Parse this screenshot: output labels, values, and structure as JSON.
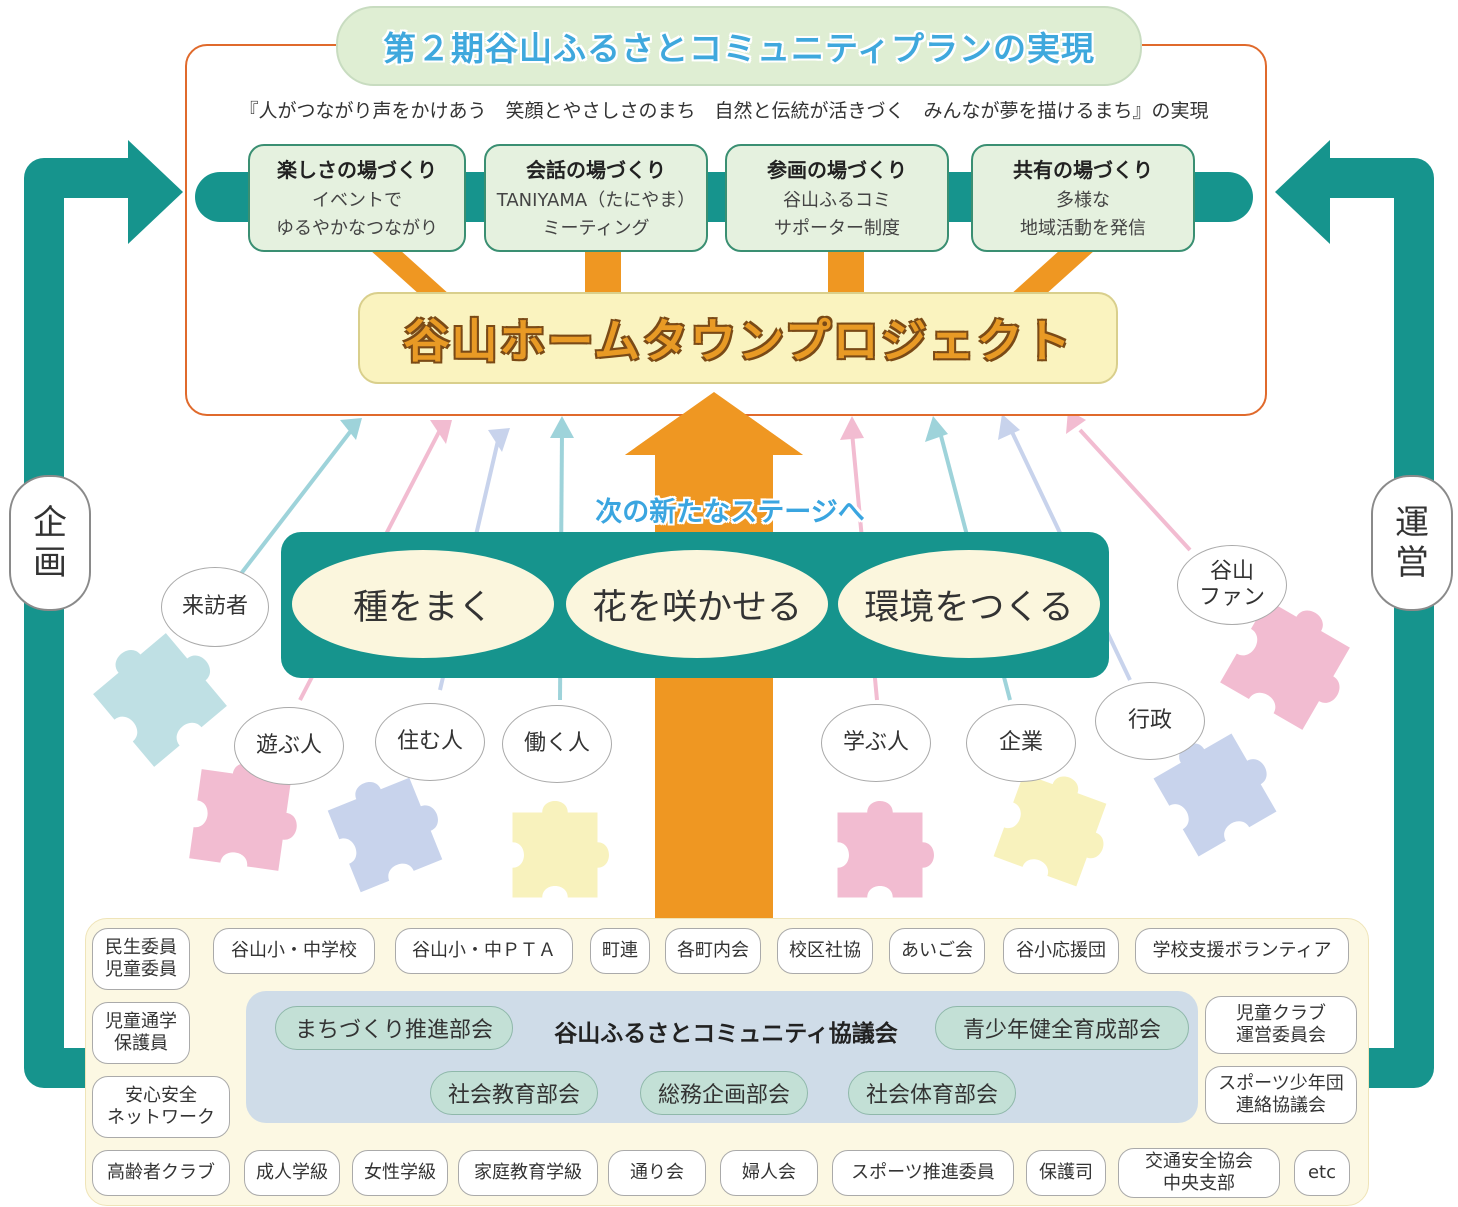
{
  "title": "第２期谷山ふるさとコミュニティプランの実現",
  "slogan": "『人がつながり声をかけあう　笑顔とやさしさのまち　自然と伝統が活きづく　みんなが夢を描けるまち』の実現",
  "places": [
    {
      "title": "楽しさの場づくり",
      "line1": "イベントで",
      "line2": "ゆるやかなつながり"
    },
    {
      "title": "会話の場づくり",
      "line1": "TANIYAMA（たにやま）",
      "line2": "ミーティング"
    },
    {
      "title": "参画の場づくり",
      "line1": "谷山ふるコミ",
      "line2": "サポーター制度"
    },
    {
      "title": "共有の場づくり",
      "line1": "多様な",
      "line2": "地域活動を発信"
    }
  ],
  "project": "谷山ホームタウンプロジェクト",
  "stage_label": "次の新たなステージへ",
  "actions": [
    "種をまく",
    "花を咲かせる",
    "環境をつくる"
  ],
  "side_left": [
    "企",
    "画"
  ],
  "side_right": [
    "運",
    "営"
  ],
  "people": {
    "visitor": "来訪者",
    "fan_line1": "谷山",
    "fan_line2": "ファン",
    "play": "遊ぶ人",
    "live": "住む人",
    "work": "働く人",
    "learn": "学ぶ人",
    "company": "企業",
    "admin": "行政"
  },
  "orgs": {
    "minsei_line1": "民生委員",
    "minsei_line2": "児童委員",
    "school": "谷山小・中学校",
    "pta": "谷山小・中ＰＴＡ",
    "choren": "町連",
    "chonaikai": "各町内会",
    "shakyo": "校区社協",
    "aigokai": "あいご会",
    "oendan": "谷小応援団",
    "volunteer": "学校支援ボランティア",
    "tsugaku_line1": "児童通学",
    "tsugaku_line2": "保護員",
    "club_line1": "児童クラブ",
    "club_line2": "運営委員会",
    "anshin_line1": "安心安全",
    "anshin_line2": "ネットワーク",
    "sports_line1": "スポーツ少年団",
    "sports_line2": "連絡協議会",
    "elderly": "高齢者クラブ",
    "adult": "成人学級",
    "women_class": "女性学級",
    "family": "家庭教育学級",
    "tori": "通り会",
    "fujin": "婦人会",
    "sports_promo": "スポーツ推進委員",
    "hogoshi": "保護司",
    "traffic_line1": "交通安全協会",
    "traffic_line2": "中央支部",
    "etc": "etc"
  },
  "council": {
    "name": "谷山ふるさとコミュニティ協議会",
    "depts": [
      "まちづくり推進部会",
      "青少年健全育成部会",
      "社会教育部会",
      "総務企画部会",
      "社会体育部会"
    ]
  },
  "colors": {
    "teal": "#16948d",
    "orange": "#ef9722",
    "frame_orange": "#e06a2c",
    "puzzle_blue": "#bfe0e4",
    "puzzle_pink": "#f2bcd1",
    "puzzle_lavender": "#c8d3ec",
    "puzzle_yellow": "#f8f2bd"
  }
}
